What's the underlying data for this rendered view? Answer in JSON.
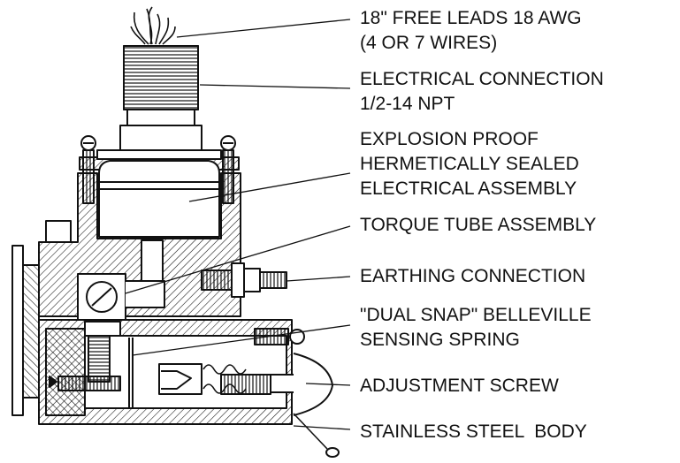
{
  "colors": {
    "ink": "#111111",
    "background": "#ffffff"
  },
  "callouts": [
    {
      "id": "leads",
      "lines": [
        "18\" FREE LEADS 18 AWG",
        "(4 OR 7 WIRES)"
      ]
    },
    {
      "id": "electrical-connection",
      "lines": [
        "ELECTRICAL CONNECTION",
        "1/2-14 NPT"
      ]
    },
    {
      "id": "electrical-assembly",
      "lines": [
        "EXPLOSION PROOF",
        "HERMETICALLY SEALED",
        "ELECTRICAL ASSEMBLY"
      ]
    },
    {
      "id": "torque-tube",
      "lines": [
        "TORQUE TUBE ASSEMBLY"
      ]
    },
    {
      "id": "earthing",
      "lines": [
        "EARTHING CONNECTION"
      ]
    },
    {
      "id": "belleville-spring",
      "lines": [
        "\"DUAL SNAP\" BELLEVILLE",
        "SENSING SPRING"
      ]
    },
    {
      "id": "adjustment-screw",
      "lines": [
        "ADJUSTMENT SCREW"
      ]
    },
    {
      "id": "body",
      "lines": [
        "STAINLESS STEEL  BODY"
      ]
    }
  ]
}
